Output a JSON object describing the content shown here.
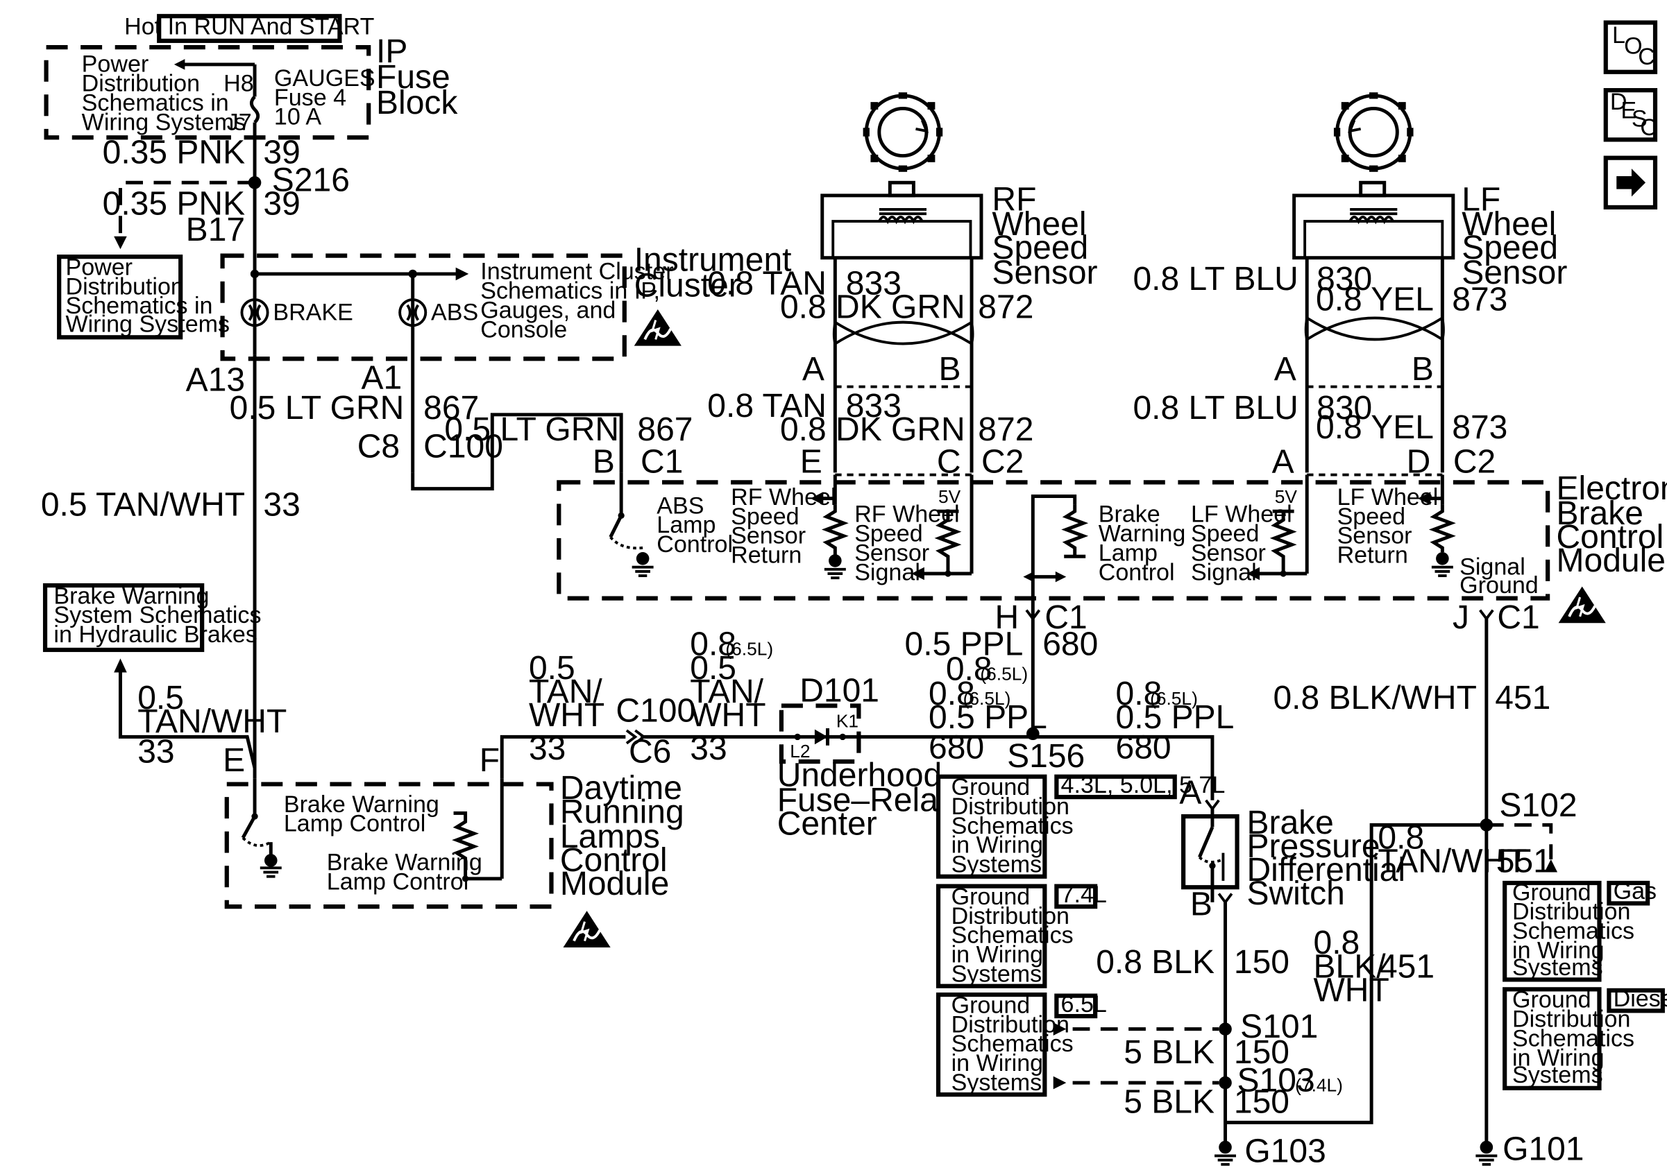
{
  "header": {
    "hot_in": "Hot In RUN And START"
  },
  "nav_icons": {
    "loc": "LOC",
    "desc": "DESC",
    "next": "next-arrow"
  },
  "fuse_block": {
    "title_1": "IP",
    "title_2": "Fuse",
    "title_3": "Block",
    "ref_1": "Power",
    "ref_2": "Distribution",
    "ref_3": "Schematics in",
    "ref_4": "Wiring Systems",
    "pin_top": "H8",
    "pin_bottom": "J7",
    "fuse_1": "GAUGES",
    "fuse_2": "Fuse 4",
    "fuse_3": "10 A"
  },
  "wires": {
    "w1": "0.35 PNK",
    "w1_num": "39",
    "splice_s216": "S216",
    "w2": "0.35 PNK",
    "w2_num": "39",
    "b17": "B17",
    "a13": "A13",
    "a1": "A1",
    "lt_grn_1": "0.5 LT GRN",
    "lt_grn_1_num": "867",
    "c8": "C8",
    "c100_top": "C100",
    "lt_grn_2": "0.5 LT GRN",
    "lt_grn_2_num": "867",
    "tan_wht_main": "0.5 TAN/WHT",
    "tan_wht_main_num": "33",
    "tan_wht_left_1": "0.5",
    "tan_wht_left_2": "TAN/WHT",
    "tan_wht_left_num": "33",
    "e_left": "E",
    "f_left": "F",
    "drl_wire_1": "0.5",
    "drl_wire_2": "TAN/",
    "drl_wire_3": "WHT",
    "drl_wire_num": "33",
    "c100_mid": "C100",
    "c6": "C6",
    "mid_08": "0.8",
    "mid_65": "(6.5L)",
    "mid_05": "0.5",
    "mid_tan": "TAN/",
    "mid_wht": "WHT",
    "mid_num": "33",
    "d101": "D101",
    "k1": "K1",
    "l2": "L2",
    "underhood_1": "Underhood",
    "underhood_2": "Fuse–Relay",
    "underhood_3": "Center",
    "h": "H",
    "c1_h": "C1",
    "ppl_1": "0.5 PPL",
    "ppl_1_num": "680",
    "ppl_2a": "0.8",
    "ppl_2b": "(6.5L)",
    "ppl_3a": "0.8",
    "ppl_3b": "(6.5L)",
    "ppl_4": "0.5 PPL",
    "ppl_4_num": "680",
    "s156": "S156",
    "ppl_r1a": "0.8",
    "ppl_r1b": "(6.5L)",
    "ppl_r2": "0.5 PPL",
    "ppl_r_num": "680",
    "a_bpds": "A",
    "b_bpds": "B",
    "blk_1": "0.8 BLK",
    "blk_1_num": "150",
    "s101": "S101",
    "blk_2": "5 BLK",
    "blk_2_num": "150",
    "s103": "S103",
    "s103_note": "(7.4L)",
    "blk_3": "5 BLK",
    "blk_3_num": "150",
    "g103": "G103",
    "j": "J",
    "c1_j": "C1",
    "blk_wht_1": "0.8 BLK/WHT",
    "blk_wht_1_num": "451",
    "s102": "S102",
    "tw_1": "0.8",
    "tw_2": "TAN/WHT",
    "tw_num": "551",
    "bw_1": "0.8",
    "bw_2": "BLK/",
    "bw_3": "WHT",
    "bw_num": "451",
    "g101": "G101"
  },
  "instrument_cluster": {
    "title_1": "Instrument",
    "title_2": "Cluster",
    "brake": "BRAKE",
    "abs": "ABS",
    "ref_1": "Instrument Cluster",
    "ref_2": "Schematics in IP,",
    "ref_3": "Gauges, and",
    "ref_4": "Console"
  },
  "left_ref": {
    "l1": "Power",
    "l2": "Distribution",
    "l3": "Schematics in",
    "l4": "Wiring Systems"
  },
  "brake_warn_ref": {
    "l1": "Brake Warning",
    "l2": "System Schematics",
    "l3": "in Hydraulic Brakes"
  },
  "drl_module": {
    "t1": "Daytime",
    "t2": "Running",
    "t3": "Lamps",
    "t4": "Control",
    "t5": "Module",
    "lbl_a1": "Brake Warning",
    "lbl_a2": "Lamp Control",
    "lbl_b1": "Brake Warning",
    "lbl_b2": "Lamp Control"
  },
  "rf_sensor": {
    "t1": "RF",
    "t2": "Wheel",
    "t3": "Speed",
    "t4": "Sensor",
    "w1": "0.8 TAN",
    "w1_num": "833",
    "w2": "0.8 DK GRN",
    "w2_num": "872",
    "pa": "A",
    "pb": "B",
    "w3": "0.8 TAN",
    "w3_num": "833",
    "w4": "0.8 DK GRN",
    "w4_num": "872",
    "e": "E",
    "c": "C",
    "c2": "C2"
  },
  "lf_sensor": {
    "t1": "LF",
    "t2": "Wheel",
    "t3": "Speed",
    "t4": "Sensor",
    "w1": "0.8 LT BLU",
    "w1_num": "830",
    "w2": "0.8 YEL",
    "w2_num": "873",
    "pa": "A",
    "pb": "B",
    "w3": "0.8 LT BLU",
    "w3_num": "830",
    "w4": "0.8 YEL",
    "w4_num": "873",
    "a": "A",
    "d": "D",
    "c2": "C2"
  },
  "ebcm": {
    "t1": "Electronic",
    "t2": "Brake",
    "t3": "Control",
    "t4": "Module",
    "b": "B",
    "c1": "C1",
    "abs_1": "ABS",
    "abs_2": "Lamp",
    "abs_3": "Control",
    "rfr_1": "RF Wheel",
    "rfr_2": "Speed",
    "rfr_3": "Sensor",
    "rfr_4": "Return",
    "rfs_1": "RF Wheel",
    "rfs_2": "Speed",
    "rfs_3": "Sensor",
    "rfs_4": "Signal",
    "v5a": "5V",
    "bw_1": "Brake",
    "bw_2": "Warning",
    "bw_3": "Lamp",
    "bw_4": "Control",
    "lfs_1": "LF Wheel",
    "lfs_2": "Speed",
    "lfs_3": "Sensor",
    "lfs_4": "Signal",
    "v5b": "5V",
    "lfr_1": "LF Wheel",
    "lfr_2": "Speed",
    "lfr_3": "Sensor",
    "lfr_4": "Return",
    "sg_1": "Signal",
    "sg_2": "Ground"
  },
  "bpds": {
    "t1": "Brake",
    "t2": "Pressure",
    "t3": "Differential",
    "t4": "Switch"
  },
  "ground_refs": {
    "g1_1": "Ground",
    "g1_2": "Distribution",
    "g1_3": "Schematics",
    "g1_4": "in Wiring",
    "g1_5": "Systems",
    "g1_tag": "4.3L, 5.0L, 5.7L",
    "g2_1": "Ground",
    "g2_2": "Distribution",
    "g2_3": "Schematics",
    "g2_4": "in Wiring",
    "g2_5": "Systems",
    "g2_tag": "7.4L",
    "g3_1": "Ground",
    "g3_2": "Distribution",
    "g3_3": "Schematics",
    "g3_4": "in Wiring",
    "g3_5": "Systems",
    "g3_tag": "6.5L",
    "g4_1": "Ground",
    "g4_2": "Distribution",
    "g4_3": "Schematics",
    "g4_4": "in Wiring",
    "g4_5": "Systems",
    "g4_tag": "Gas",
    "g5_1": "Ground",
    "g5_2": "Distribution",
    "g5_3": "Schematics",
    "g5_4": "in Wiring",
    "g5_5": "Systems",
    "g5_tag": "Diesel"
  }
}
